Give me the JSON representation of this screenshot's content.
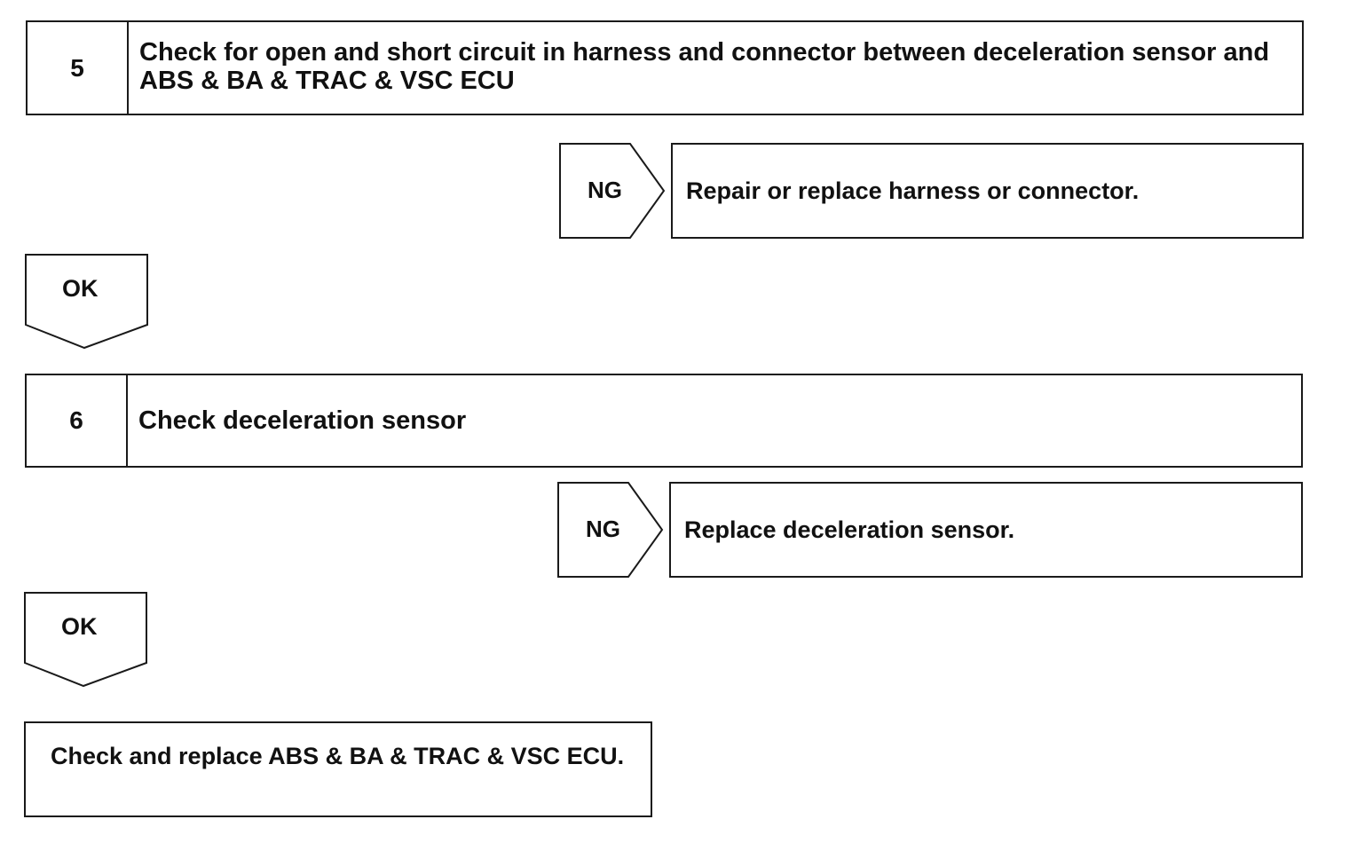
{
  "step5": {
    "number": "5",
    "text": "Check for open and short circuit in harness and connector between deceleration sensor and ABS & BA & TRAC & VSC ECU"
  },
  "step5_ng": {
    "label": "NG",
    "action": "Repair or replace harness or connector."
  },
  "step5_ok": {
    "label": "OK"
  },
  "step6": {
    "number": "6",
    "text": "Check deceleration sensor"
  },
  "step6_ng": {
    "label": "NG",
    "action": "Replace deceleration sensor."
  },
  "step6_ok": {
    "label": "OK"
  },
  "final": {
    "text": "Check and replace ABS & BA & TRAC & VSC ECU."
  }
}
